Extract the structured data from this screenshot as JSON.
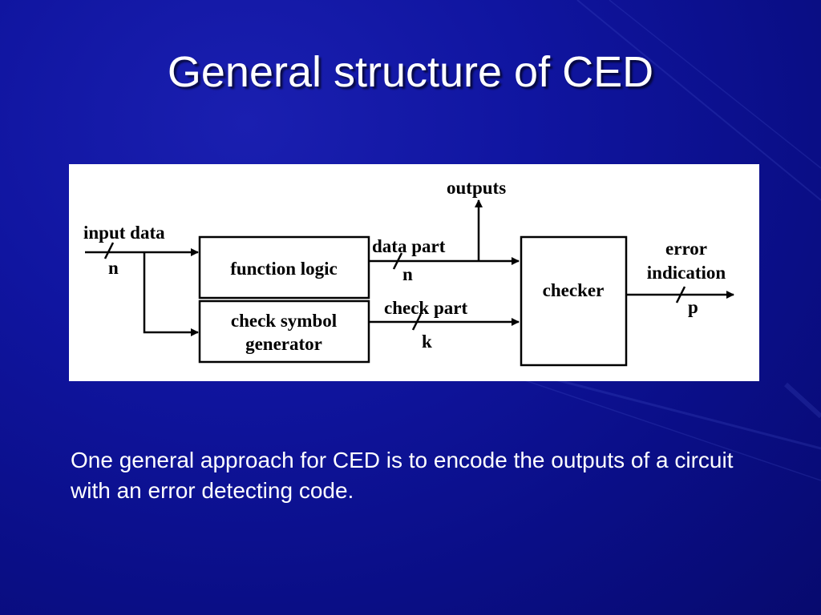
{
  "slide": {
    "title": "General structure of CED",
    "body": "One general approach for CED is to encode the outputs of a circuit with an error detecting code.",
    "background_color": "#0c1190",
    "text_color": "#ffffff"
  },
  "diagram": {
    "blocks": {
      "function_logic": "function logic",
      "check_symbol_generator": [
        "check symbol",
        "generator"
      ],
      "checker": "checker"
    },
    "labels": {
      "input_data": "input data",
      "input_width": "n",
      "outputs": "outputs",
      "data_part": "data part",
      "data_part_width": "n",
      "check_part": "check part",
      "check_part_width": "k",
      "error_indication": [
        "error",
        "indication"
      ],
      "error_width": "p"
    }
  }
}
